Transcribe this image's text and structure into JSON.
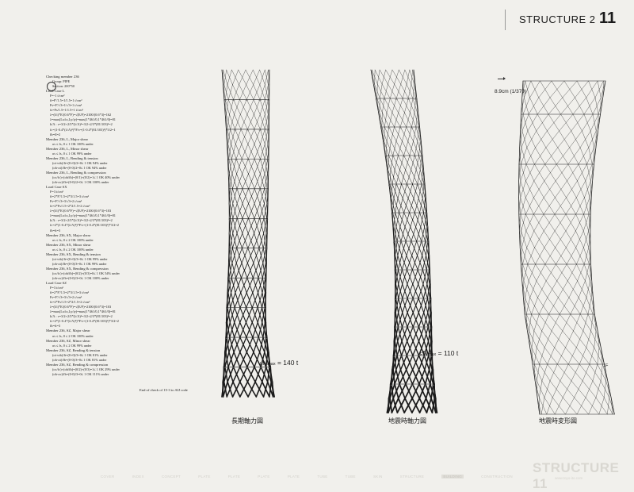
{
  "header": {
    "section": "STRUCTURE 2",
    "page_number": "11"
  },
  "calc_lines": [
    {
      "t": "Checking member 236",
      "c": "hd"
    },
    {
      "t": "Group: PIPE",
      "c": "i2"
    },
    {
      "t": "Section: 200*50",
      "c": "i2"
    },
    {
      "t": "Load Case L",
      "c": "hd"
    },
    {
      "t": "F=-1 t/cm²",
      "c": "i1"
    },
    {
      "t": "ft=F'/1.5=1/1.5=1 t/cm²",
      "c": "i1"
    },
    {
      "t": "Fs=F'/√3=1/√3=1 t/cm²",
      "c": "i1"
    },
    {
      "t": "fs=Fs/1.5=1/1.5=1 t/cm²",
      "c": "i1"
    },
    {
      "t": "λ=(l/i)*E/(0.6*F)=√(E/F)=2100/(0.6*3)=162",
      "c": "i1"
    },
    {
      "t": "λ=max(Lx/ix,Ly/iy)=max(1*461/0,1*461/0)=81",
      "c": "i1"
    },
    {
      "t": "k/Λ  : ν=3/2+2/3*(λ/Λ)²=3/2+2/3*(81/103)²=2",
      "c": "i1"
    },
    {
      "t": "fc=(1-0.4*(λ/Λ)²)*F/ν=(1-0.4*(81/103)²)*3/2=1",
      "c": "i1"
    },
    {
      "t": "fb=fl=2",
      "c": "i1"
    },
    {
      "t": "Member 236, L, Major shear",
      "c": "hd"
    },
    {
      "t": "σs ≤ fs, 0 ≤ 1 OK 100% under",
      "c": "i2"
    },
    {
      "t": "Member 236, L, Minor shear",
      "c": "hd"
    },
    {
      "t": "σs ≤ fs, 0 ≤ 1 OK 99% under",
      "c": "i2"
    },
    {
      "t": "Member 236, L, Bending & tension",
      "c": "hd"
    },
    {
      "t": "(σt+σb)/ft=(0+0)/2=0≤ 1 OK 94% under",
      "c": "i2"
    },
    {
      "t": "(σb-σt)/fb=(0-0)/2=0≤ 1 OK 94% under",
      "c": "i2"
    },
    {
      "t": "Member 236, L, Bending & compression",
      "c": "hd"
    },
    {
      "t": "(σc/fc)+(σb/fb)=(0/1)+(0/2)=1≤ 1 OK 40% under",
      "c": "i2"
    },
    {
      "t": "(σb-σc)/fb=(0-0)/2=0≤ 1 OK 100% under",
      "c": "i2"
    },
    {
      "t": "Load Case SX",
      "c": "hd"
    },
    {
      "t": "F=3 t/cm²",
      "c": "i1"
    },
    {
      "t": "ft=2*F'/1.5=2*3/1.5=3 t/cm²",
      "c": "i1"
    },
    {
      "t": "Fs=F'/√3=3/√3=2 t/cm²",
      "c": "i1"
    },
    {
      "t": "fs=2*Fs/1.5=2*2/1.5=2 t/cm²",
      "c": "i1"
    },
    {
      "t": "λ=(l/i)*E/(0.6*F)=√(E/F)=2100/(0.6*3)=103",
      "c": "i1"
    },
    {
      "t": "λ=max(Lx/ix,Ly/iy)=max(1*461/0,1*461/0)=81",
      "c": "i1"
    },
    {
      "t": "k/Λ  : ν=3/2+2/3*(λ/Λ)²=3/2+2/3*(81/103)²=2",
      "c": "i1"
    },
    {
      "t": "fc=2*(1-0.4*(λ/Λ)²)*F/ν=(1-0.4*(81/103)²)*3/2=2",
      "c": "i1"
    },
    {
      "t": "fb=ft=3",
      "c": "i1"
    },
    {
      "t": "Member 236, SX, Major shear",
      "c": "hd"
    },
    {
      "t": "σs ≤ fs, 0 ≤ 2 OK 100% under",
      "c": "i2"
    },
    {
      "t": "Member 236, SX, Minor shear",
      "c": "hd"
    },
    {
      "t": "σs ≤ fs, 0 ≤ 2 OK 100% under",
      "c": "i2"
    },
    {
      "t": "Member 236, SX, Bending & tension",
      "c": "hd"
    },
    {
      "t": "(σt+σb)/ft=(0+0)/3=0≤ 1 OK 99% under",
      "c": "i2"
    },
    {
      "t": "(σb-σt)/fb=(0-0)/3=0≤ 1 OK 99% under",
      "c": "i2"
    },
    {
      "t": "Member 236, SX, Bending & compression",
      "c": "hd"
    },
    {
      "t": "(σc/fc)+(σb/fb)=(0/2)+(0/3)=0≤ 1 OK 54% under",
      "c": "i2"
    },
    {
      "t": "(σb-σc)/fb=(0-0)/3=0≤ 1 OK 100% under",
      "c": "i2"
    },
    {
      "t": "Load Case SZ",
      "c": "hd"
    },
    {
      "t": "F=3 t/cm²",
      "c": "i1"
    },
    {
      "t": "ft=2*F'/1.5=2*3/1.5=3 t/cm²",
      "c": "i1"
    },
    {
      "t": "Fs=F'/√3=3/√3=2 t/cm²",
      "c": "i1"
    },
    {
      "t": "fs=2*Fs/1.5=2*2/1.5=2 t/cm²",
      "c": "i1"
    },
    {
      "t": "λ=(l/i)*E/(0.6*F)=√(E/F)=2100/(0.6*3)=103",
      "c": "i1"
    },
    {
      "t": "λ=max(Lx/ix,Ly/iy)=max(1*461/0,1*461/0)=81",
      "c": "i1"
    },
    {
      "t": "k/Λ  : ν=3/2+2/3*(λ/Λ)²=3/2+2/3*(81/103)²=2",
      "c": "i1"
    },
    {
      "t": "fc=2*(1-0.4*(λ/Λ)²)*F/ν=(1-0.4*(81/103)²)*3/2=2",
      "c": "i1"
    },
    {
      "t": "fb=ft=3",
      "c": "i1"
    },
    {
      "t": "Member 236, SZ, Major shear",
      "c": "hd"
    },
    {
      "t": "σs ≤ fs, 0 ≤ 2 OK 100% under",
      "c": "i2"
    },
    {
      "t": "Member 236, SZ, Minor shear",
      "c": "hd"
    },
    {
      "t": "σs ≤ fs, 0 ≤ 2 OK 99% under",
      "c": "i2"
    },
    {
      "t": "Member 236, SZ, Bending & tension",
      "c": "hd"
    },
    {
      "t": "(σt+σb)/ft=(0+0)/3=0≤ 1 OK 81% under",
      "c": "i2"
    },
    {
      "t": "(σb-σt)/fb=(0-0)/3=0≤ 1 OK 81% under",
      "c": "i2"
    },
    {
      "t": "Member 236, SZ, Bending & compression",
      "c": "hd"
    },
    {
      "t": "(σc/fc)+(σb/fb)=(0/2)+(0/3)=1≤ 1 OK 29% under",
      "c": "i2"
    },
    {
      "t": "(σb-σc)/fb=(0-0)/3=0≤ 1 OK 111% under",
      "c": "i2"
    }
  ],
  "end_note": "End of check of 15-3 to AIJ code",
  "diagrams": {
    "longterm": {
      "caption": "長期軸力図",
      "nmax_prefix": "L",
      "nmax_word": "N",
      "nmax_sub": "max",
      "nmax_value": "= 140 t"
    },
    "seismic": {
      "caption": "地震時軸力図",
      "nmax_prefix": "E",
      "nmax_word": "N",
      "nmax_sub": "max",
      "nmax_value": "= 110 t"
    },
    "deform": {
      "caption": "地震時変形図",
      "displacement": "8.9cm (1/370)",
      "floor": "1F"
    }
  },
  "footer": {
    "nav": [
      "COVER",
      "INDEX",
      "CONCEPT",
      "PLATE",
      "PLATE",
      "PLATE",
      "PLATE",
      "TUBE",
      "TUBE",
      "SKIN",
      "STRUCTURE",
      "BUILDING",
      "CONSTRUCTION"
    ],
    "active_index": 11,
    "brand": "STRUCTURE 11",
    "site": "www.toyo-ito.com"
  },
  "colors": {
    "paper": "#f1f0ec",
    "ink": "#1a1a1a",
    "watermark": "#d9d7d1"
  }
}
